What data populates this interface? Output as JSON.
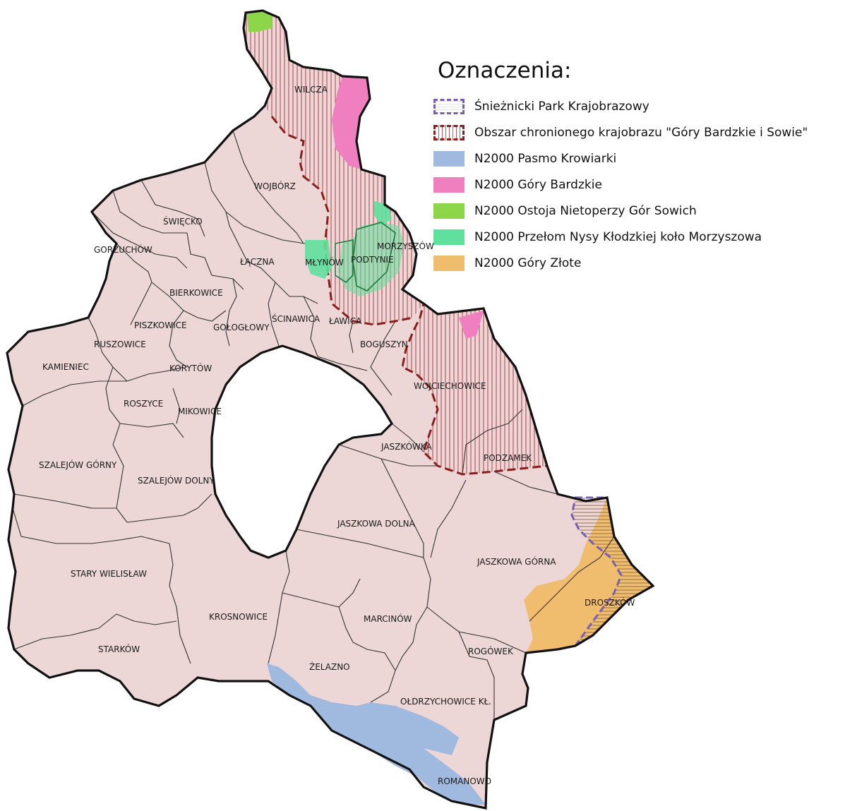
{
  "legend": {
    "title": "Oznaczenia:",
    "items": [
      {
        "label": "Śnieżnicki Park Krajobrazowy",
        "color": "#7a5fb0"
      },
      {
        "label": "Obszar chronionego krajobrazu \"Góry Bardzkie i Sowie\"",
        "color": "#8b1d1d"
      },
      {
        "label": "N2000 Pasmo Krowiarki",
        "color": "#9fb9df"
      },
      {
        "label": "N2000 Góry Bardzkie",
        "color": "#ef7fbf"
      },
      {
        "label": "N2000 Ostoja Nietoperzy Gór Sowich",
        "color": "#8ed649"
      },
      {
        "label": "N2000 Przełom Nysy Kłodzkiej koło Morzyszowa",
        "color": "#5fe09d"
      },
      {
        "label": "N2000 Góry Złote",
        "color": "#f0bd6f"
      }
    ]
  },
  "villages": {
    "wilcza": "WILCZA",
    "wojborz": "WOJBÓRZ",
    "swiecko": "ŚWIĘCKO",
    "gorzuchow": "GORZUCHÓW",
    "laczna": "ŁĄCZNA",
    "mlynow": "MŁYNÓW",
    "podtynie": "PODTYNIE",
    "morzyszow": "MORZYSZÓW",
    "bierkowice": "BIERKOWICE",
    "piszkowice": "PISZKOWICE",
    "gologlowy": "GOŁOGŁOWY",
    "scinawica": "ŚCINAWICA",
    "lawica": "ŁAWICA",
    "ruszowice": "RUSZOWICE",
    "boguszyn": "BOGUSZYN",
    "kamieniec": "KAMIENIEC",
    "korytow": "KORYTÓW",
    "wojciechowice": "WOJCIECHOWICE",
    "roszyce": "ROSZYCE",
    "mikowice": "MIKOWICE",
    "jaszkowka": "JASZKÓWKA",
    "szalejow_gorny": "SZALEJÓW GÓRNY",
    "podzamek": "PODZAMEK",
    "szalejow_dolny": "SZALEJÓW DOLNY",
    "jaszkowa_dolna": "JASZKOWA DOLNA",
    "jaszkowa_gorna": "JASZKOWA GÓRNA",
    "stary_wielislaw": "STARY WIELISŁAW",
    "droszkow": "DROSZKÓW",
    "krosnowice": "KROSNOWICE",
    "marcinow": "MARCINÓW",
    "starkow": "STARKÓW",
    "rogowek": "ROGÓWEK",
    "zelazno": "ŻELAZNO",
    "oldrzychowice": "OŁDRZYCHOWICE KŁ.",
    "romanowo": "ROMANOWO"
  }
}
